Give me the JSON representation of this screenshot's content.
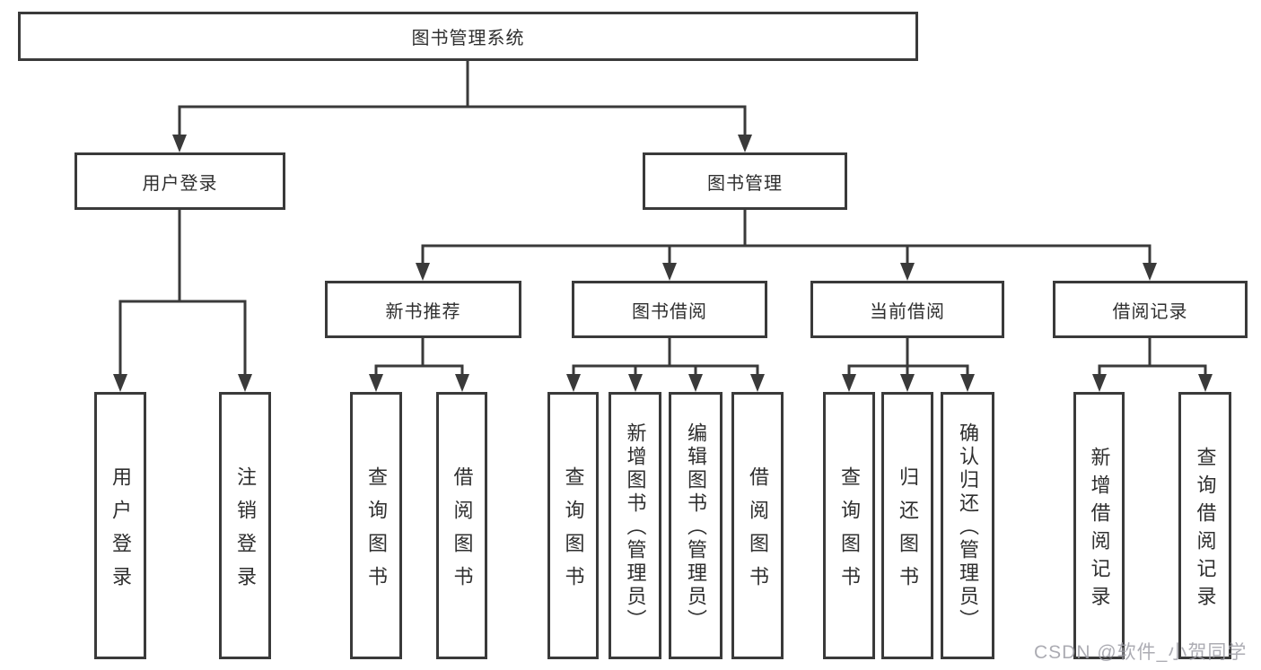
{
  "colors": {
    "line": "#3a3a3a",
    "text": "#2f2f2f",
    "background": "#ffffff",
    "watermark": "#9e9ea6"
  },
  "tree": {
    "root": {
      "label": "图书管理系统"
    },
    "children": [
      {
        "label": "用户登录",
        "children": [
          {
            "label": "用户登录"
          },
          {
            "label": "注销登录"
          }
        ]
      },
      {
        "label": "图书管理",
        "children": [
          {
            "label": "新书推荐",
            "children": [
              {
                "label": "查询图书"
              },
              {
                "label": "借阅图书"
              }
            ]
          },
          {
            "label": "图书借阅",
            "children": [
              {
                "label": "查询图书"
              },
              {
                "label": "新增图书（管理员）"
              },
              {
                "label": "编辑图书（管理员）"
              },
              {
                "label": "借阅图书"
              }
            ]
          },
          {
            "label": "当前借阅",
            "children": [
              {
                "label": "查询图书"
              },
              {
                "label": "归还图书"
              },
              {
                "label": "确认归还（管理员）"
              }
            ]
          },
          {
            "label": "借阅记录",
            "children": [
              {
                "label": "新增借阅记录"
              },
              {
                "label": "查询借阅记录"
              }
            ]
          }
        ]
      }
    ]
  },
  "watermark": {
    "text": "CSDN @软件_小贺同学"
  }
}
